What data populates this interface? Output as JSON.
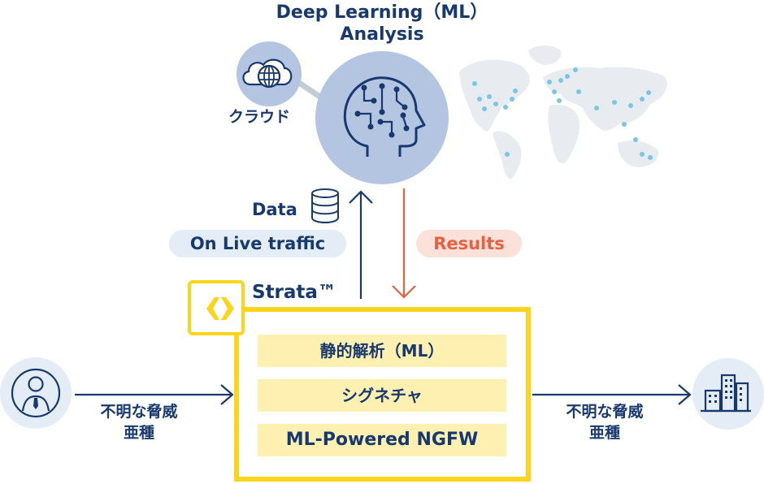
{
  "title": {
    "line1": "Deep Learning（ML）",
    "line2": "Analysis"
  },
  "cloud_label": "クラウド",
  "data_label": "Data",
  "live_traffic_label": "On Live traffic",
  "results_label": "Results",
  "strata_label": "Strata™",
  "engine_rows": [
    "静的解析（ML）",
    "シグネチャ",
    "ML-Powered NGFW"
  ],
  "threat_in": {
    "line1": "不明な脅威",
    "line2": "亜種"
  },
  "threat_out": {
    "line1": "不明な脅威",
    "line2": "亜種"
  },
  "colors": {
    "navy": "#17396f",
    "yellow": "#fcd41c",
    "row_fill": "#fdf0b0",
    "results_orange": "#e9603f",
    "brain_circle": "#b3c5e1",
    "map_gray": "#e8ecf1",
    "map_dot": "#7ac6e6"
  },
  "icons": [
    "cloud-globe-icon",
    "ai-brain-icon",
    "world-map-icon",
    "database-icon",
    "strata-logo-icon",
    "user-icon",
    "buildings-icon"
  ]
}
